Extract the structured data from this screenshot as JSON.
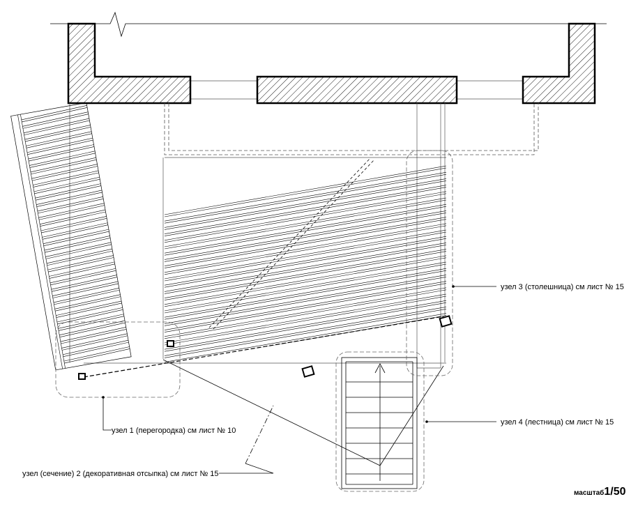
{
  "callouts": {
    "node1": "узел 1 (перегородка) см лист № 10",
    "node2": "узел (сечение) 2 (декоративная отсыпка) см лист № 15",
    "node3": "узел 3 (столешница) см лист № 15",
    "node4": "узел 4 (лестница) см лист № 15"
  },
  "scale": {
    "prefix": "масштаб",
    "value": "1/50"
  }
}
